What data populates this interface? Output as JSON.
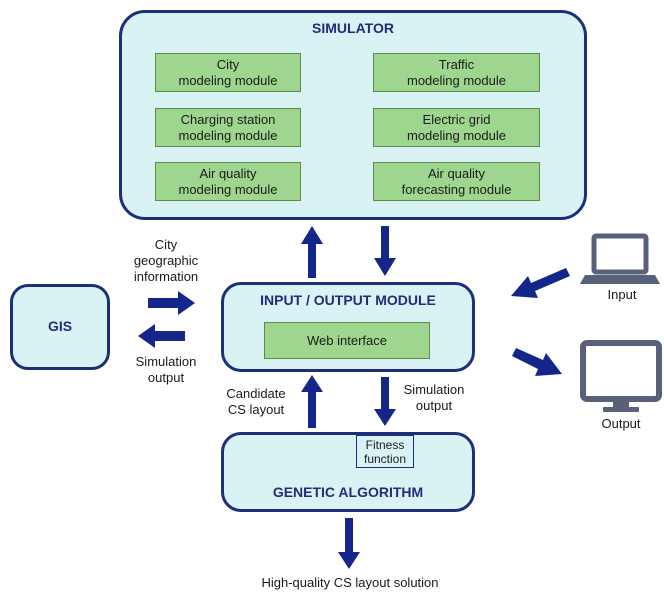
{
  "simulator": {
    "title": "SIMULATOR",
    "modules": [
      "City\nmodeling module",
      "Traffic\nmodeling module",
      "Charging station\nmodeling module",
      "Electric grid\nmodeling module",
      "Air quality\nmodeling module",
      "Air quality\nforecasting module"
    ]
  },
  "io_module": {
    "title": "INPUT / OUTPUT MODULE",
    "web_interface": "Web interface"
  },
  "gis": {
    "title": "GIS"
  },
  "genetic_algorithm": {
    "title": "GENETIC ALGORITHM",
    "fitness": "Fitness\nfunction"
  },
  "labels": {
    "city_geo": "City\ngeographic\ninformation",
    "sim_output_left": "Simulation\noutput",
    "candidate": "Candidate\nCS layout",
    "sim_output_right": "Simulation\noutput",
    "input": "Input",
    "output": "Output",
    "solution": "High-quality CS layout solution"
  },
  "colors": {
    "box_fill": "#d9f3f5",
    "box_border": "#1b2f7a",
    "module_fill": "#9fd68f",
    "arrow": "#14268a",
    "device": "#59617a"
  }
}
